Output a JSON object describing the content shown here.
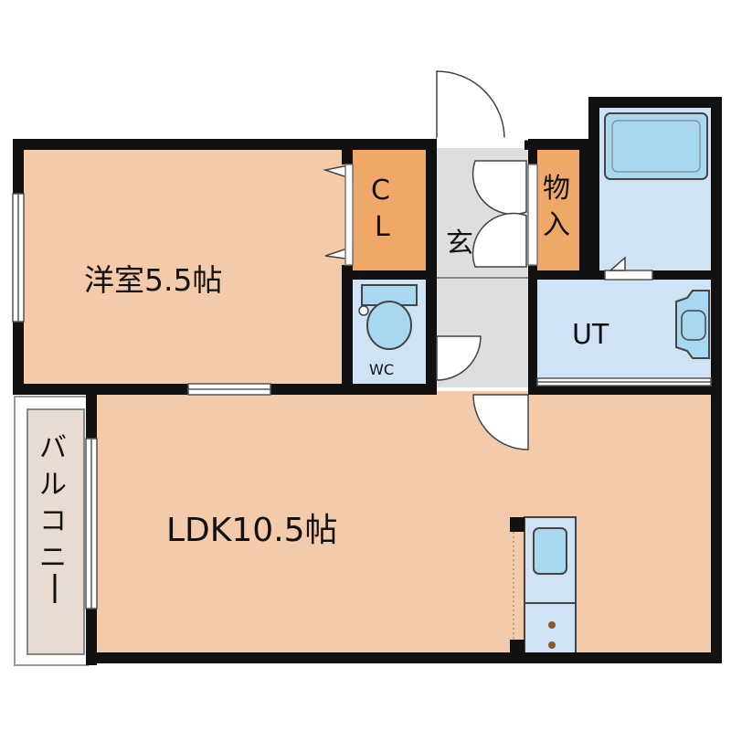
{
  "rooms": {
    "western_room": "洋室5.5帖",
    "closet_1": "C",
    "closet_2": "L",
    "entrance": "玄",
    "storage_1": "物",
    "storage_2": "入",
    "toilet": "WC",
    "utility": "UT",
    "ldk": "LDK10.5帖",
    "balcony": [
      "バ",
      "ル",
      "コ",
      "ニ",
      "ー"
    ]
  },
  "colors": {
    "floor": "#f3cbab",
    "closet": "#f0a868",
    "wet_area": "#cfe3f5",
    "fixture": "#a7d8ef",
    "entrance": "#dedede",
    "balcony": "#e8dbd2",
    "wall": "#111111"
  }
}
